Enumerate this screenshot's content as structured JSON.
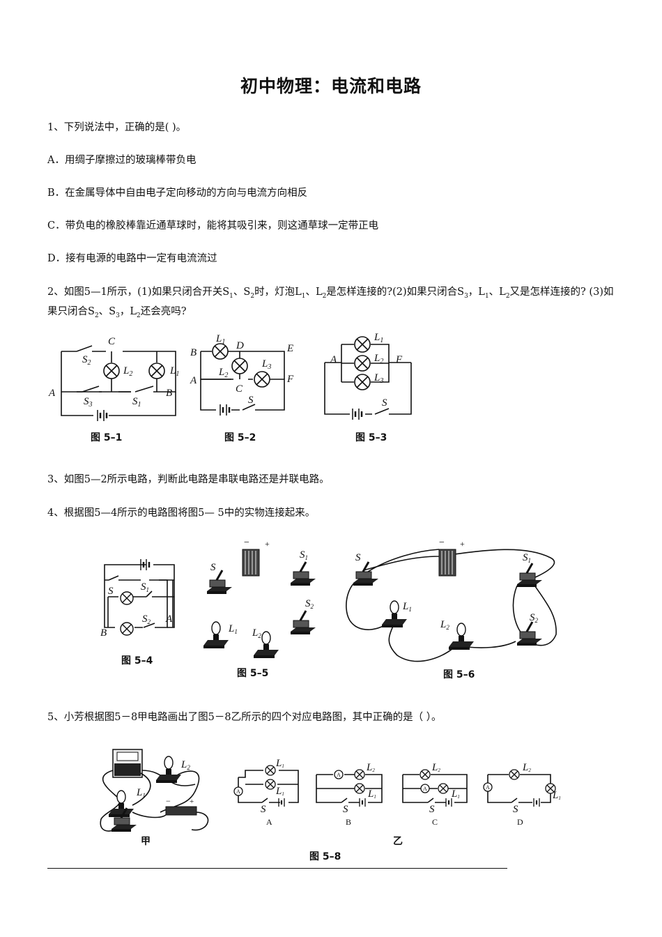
{
  "title": "初中物理：电流和电路",
  "q1": {
    "stem": "1、下列说法中，正确的是(      )。",
    "a": "A．用绸子摩擦过的玻璃棒带负电",
    "b": "B．在金属导体中自由电子定向移动的方向与电流方向相反",
    "c": "C．带负电的橡胶棒靠近通草球时，能将其吸引来，则这通草球一定带正电",
    "d": "D．接有电源的电路中一定有电流流过"
  },
  "q2": {
    "p1": "2、如图5—1所示，(1)如果只闭合开关",
    "s1": "S",
    "sub1": "1",
    "p2": "、",
    "s2": "S",
    "sub2": "2",
    "p3": "时，灯泡",
    "l1": "L",
    "lsub1": "1",
    "p4": "、",
    "l2": "L",
    "lsub2": "2",
    "p5": "是怎样连接的?(2)如果只闭合",
    "s3": "S",
    "sub3": "3",
    "p6": "，",
    "l3": "L",
    "lsub3": "1",
    "p7": "、",
    "l4": "L",
    "lsub4": "2",
    "p8": "又是怎样连接的? (3)如果只闭合",
    "s4": "S",
    "sub4": "2",
    "p9": "、",
    "s5": "S",
    "sub5": "3",
    "p10": "，",
    "l5": "L",
    "lsub5": "2",
    "p11": "还会亮吗?"
  },
  "q3": "3、如图5—2所示电路，判断此电路是串联电路还是并联电路。",
  "q4": "4、根据图5—4所示的电路图将图5— 5中的实物连接起来。",
  "q5": "5、小芳根据图5－8甲电路画出了图5－8乙所示的四个对应电路图，其中正确的是（      ）。",
  "figures": {
    "f51": "图 5–1",
    "f52": "图 5–2",
    "f53": "图 5–3",
    "f54": "图 5–4",
    "f55": "图 5–5",
    "f56": "图 5–6",
    "f58": "图 5–8",
    "jia": "甲",
    "yi": "乙",
    "A": "A",
    "B": "B",
    "C": "C",
    "D": "D"
  },
  "labels": {
    "A": "A",
    "B": "B",
    "C": "C",
    "D": "D",
    "E": "E",
    "F": "F",
    "S": "S",
    "S1": "S",
    "S2": "S",
    "S3": "S",
    "L1": "L",
    "L2": "L",
    "L3": "L",
    "n1": "1",
    "n2": "2",
    "n3": "3",
    "minus": "−",
    "plus": "+"
  }
}
